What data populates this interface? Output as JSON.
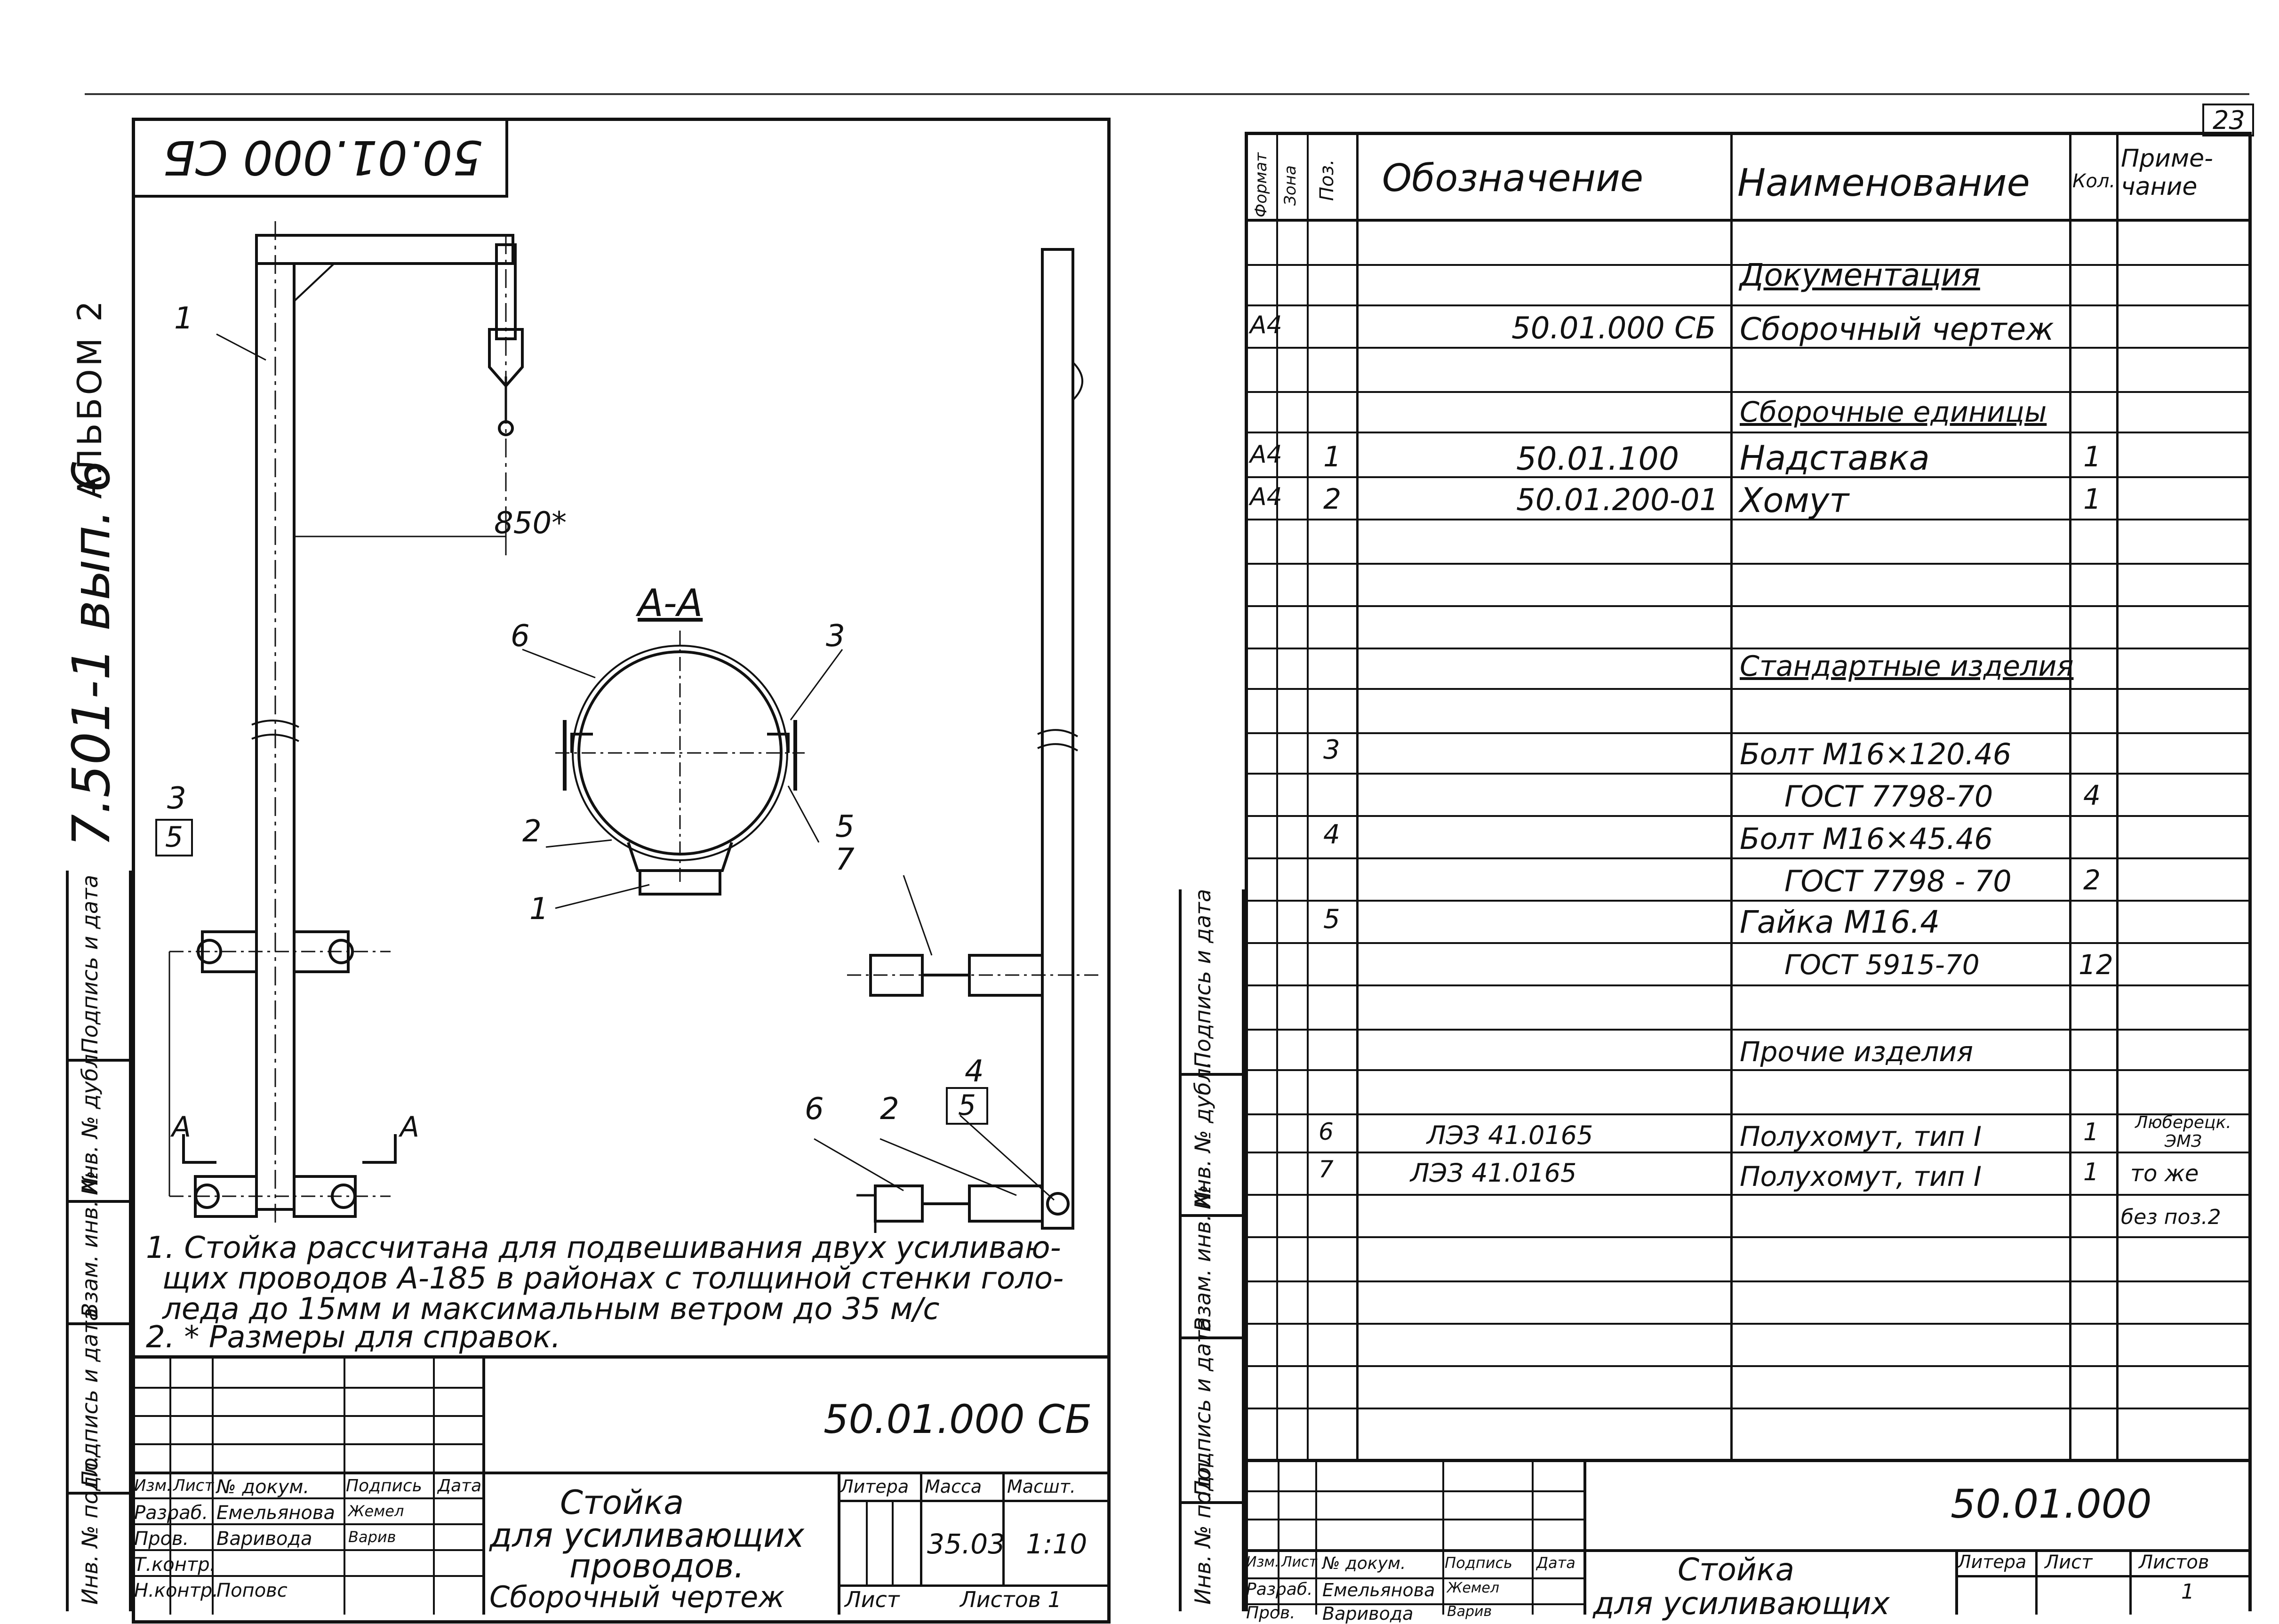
{
  "left_margin": {
    "album": "АЛЬБОМ 2",
    "series": "7.501-1 вып. 6",
    "strip_labels": [
      "Подпись и дата",
      "Инв. № дубл.",
      "Взам. инв. №",
      "Подпись и дата",
      "Инв. № подл."
    ]
  },
  "page_number": "23",
  "left_sheet": {
    "stamp_mirrored": "50.01.000 СБ",
    "dimension": "850*",
    "section_label": "А-А",
    "section_marks": [
      "А",
      "А"
    ],
    "section_callouts": [
      "6",
      "3",
      "2",
      "5",
      "1"
    ],
    "view_callouts": [
      "1",
      "3",
      "5",
      "7",
      "4",
      "5",
      "6",
      "2"
    ],
    "notes": [
      "1. Стойка рассчитана для подвешивания двух усиливаю-",
      "щих проводов А-185 в районах с толщиной стенки голо-",
      "леда до 15мм и максимальным ветром до 35 м/с",
      "2. * Размеры для справок."
    ],
    "title_block": {
      "doc_code": "50.01.000 СБ",
      "title_line1": "Стойка",
      "title_line2": "для усиливающих",
      "title_line3": "проводов.",
      "title_line4": "Сборочный чертеж",
      "header_cols": [
        "Изм.",
        "Лист",
        "№ докум.",
        "Подпись",
        "Дата"
      ],
      "rows": [
        {
          "role": "Разраб.",
          "name": "Емельянова",
          "sign": "Жемел"
        },
        {
          "role": "Пров.",
          "name": "Варивода",
          "sign": "Варив"
        },
        {
          "role": "Т.контр.",
          "name": "",
          "sign": ""
        },
        {
          "role": "Н.контр.",
          "name": "Поповс",
          "sign": ""
        }
      ],
      "litera_label": "Литера",
      "mass_label": "Масса",
      "scale_label": "Масшт.",
      "mass_value": "35.03",
      "scale_value": "1:10",
      "sheet_label": "Лист",
      "sheets_label": "Листов 1"
    }
  },
  "right_sheet": {
    "spec_headers": {
      "format": "Формат",
      "zone": "Зона",
      "pos": "Поз.",
      "designation": "Обозначение",
      "name": "Наименование",
      "qty": "Кол.",
      "note": "Приме-чание"
    },
    "spec_rows": [
      {
        "format": "",
        "pos": "",
        "designation": "",
        "name": "Документация",
        "qty": "",
        "note": "",
        "heading": true
      },
      {
        "format": "А4",
        "pos": "",
        "designation": "50.01.000 СБ",
        "name": "Сборочный чертеж",
        "qty": "",
        "note": ""
      },
      {
        "format": "",
        "pos": "",
        "designation": "",
        "name": "Сборочные единицы",
        "qty": "",
        "note": "",
        "heading": true
      },
      {
        "format": "А4",
        "pos": "1",
        "designation": "50.01.100",
        "name": "Надставка",
        "qty": "1",
        "note": ""
      },
      {
        "format": "А4",
        "pos": "2",
        "designation": "50.01.200-01",
        "name": "Хомут",
        "qty": "1",
        "note": ""
      },
      {
        "format": "",
        "pos": "",
        "designation": "",
        "name": "Стандартные изделия",
        "qty": "",
        "note": "",
        "heading": true
      },
      {
        "format": "",
        "pos": "3",
        "designation": "",
        "name": "Болт М16×120.46",
        "qty": "",
        "note": ""
      },
      {
        "format": "",
        "pos": "",
        "designation": "",
        "name": "ГОСТ 7798-70",
        "qty": "4",
        "note": ""
      },
      {
        "format": "",
        "pos": "4",
        "designation": "",
        "name": "Болт М16×45.46",
        "qty": "",
        "note": ""
      },
      {
        "format": "",
        "pos": "",
        "designation": "",
        "name": "ГОСТ 7798 - 70",
        "qty": "2",
        "note": ""
      },
      {
        "format": "",
        "pos": "5",
        "designation": "",
        "name": "Гайка М16.4",
        "qty": "",
        "note": ""
      },
      {
        "format": "",
        "pos": "",
        "designation": "",
        "name": "ГОСТ 5915-70",
        "qty": "12",
        "note": ""
      },
      {
        "format": "",
        "pos": "",
        "designation": "",
        "name": "Прочие изделия",
        "qty": "",
        "note": ""
      },
      {
        "format": "",
        "pos": "6",
        "designation": "ЛЭЗ 41.0165",
        "name": "Полухомут, тип I",
        "qty": "1",
        "note": "Люберецк. ЭМЗ"
      },
      {
        "format": "",
        "pos": "7",
        "designation": "ЛЭЗ 41.0165",
        "name": "Полухомут, тип I",
        "qty": "1",
        "note": "то же"
      },
      {
        "format": "",
        "pos": "",
        "designation": "",
        "name": "",
        "qty": "",
        "note": "без поз.2"
      }
    ],
    "title_block": {
      "doc_code": "50.01.000",
      "title_line1": "Стойка",
      "title_line2": "для усиливающих",
      "header_cols": [
        "Изм.",
        "Лист",
        "№ докум.",
        "Подпись",
        "Дата"
      ],
      "rows": [
        {
          "role": "Разраб.",
          "name": "Емельянова",
          "sign": "Жемел"
        },
        {
          "role": "Пров.",
          "name": "Варивода",
          "sign": "Варив"
        }
      ],
      "litera_label": "Литера",
      "sheet_label": "Лист",
      "sheets_label": "Листов",
      "sheets_value": "1"
    }
  }
}
